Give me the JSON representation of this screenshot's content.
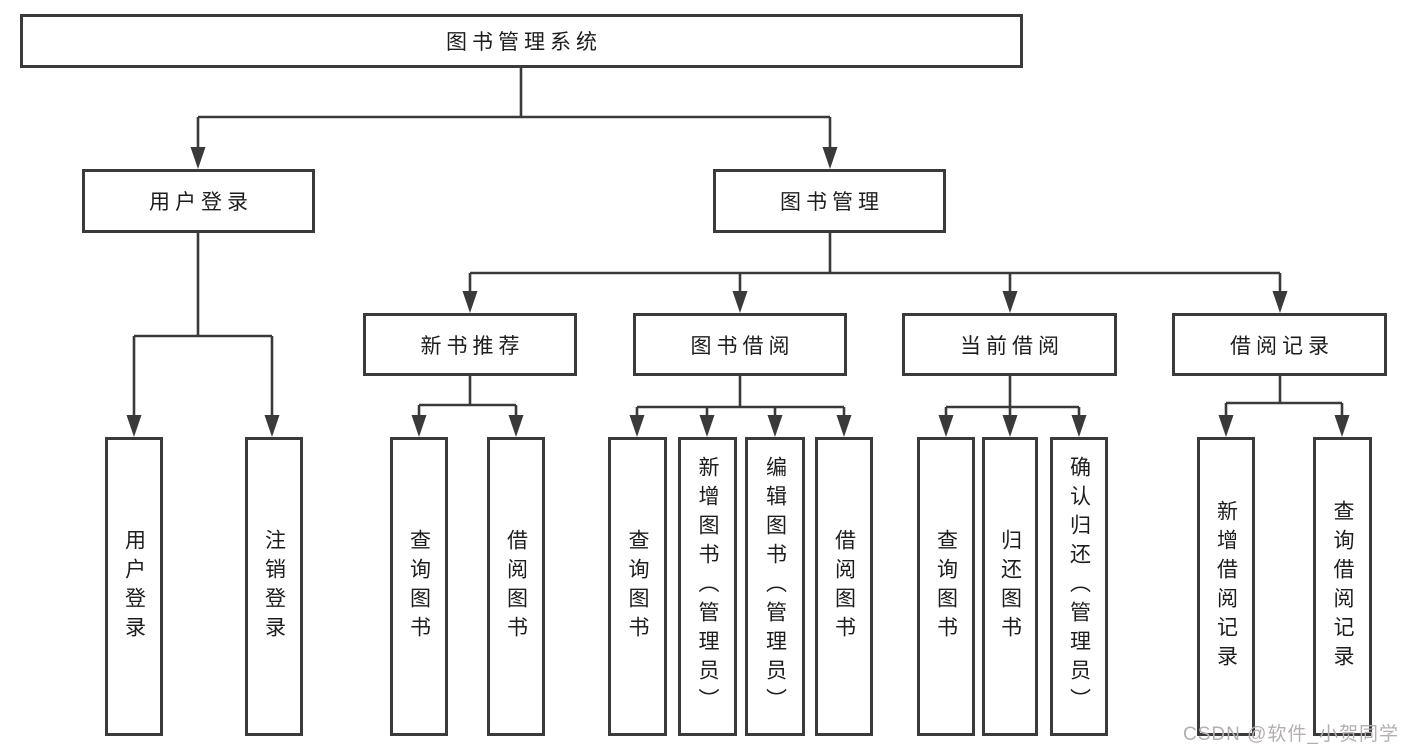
{
  "diagram": {
    "title_node": "图书管理系统",
    "type": "feature-tree",
    "nodes": {
      "root": "图书管理系统",
      "level2": {
        "user_login": "用户登录",
        "book_mgmt": "图书管理"
      },
      "level3": {
        "new_book_rec": "新书推荐",
        "book_borrow": "图书借阅",
        "current_borrow": "当前借阅",
        "borrow_record": "借阅记录"
      },
      "leaves": {
        "user_login": "用户登录",
        "logout": "注销登录",
        "rec_query_book": "查询图书",
        "rec_borrow_book": "借阅图书",
        "bb_query_book": "查询图书",
        "bb_add_book": "新增图书（管理员）",
        "bb_edit_book": "编辑图书（管理员）",
        "bb_borrow_book": "借阅图书",
        "cb_query_book": "查询图书",
        "cb_return_book": "归还图书",
        "cb_confirm_return": "确认归还（管理员）",
        "br_add_record": "新增借阅记录",
        "br_query_record": "查询借阅记录"
      }
    },
    "edges": [
      {
        "from": "图书管理系统",
        "to": "用户登录"
      },
      {
        "from": "图书管理系统",
        "to": "图书管理"
      },
      {
        "from": "用户登录",
        "to": "用户登录"
      },
      {
        "from": "用户登录",
        "to": "注销登录"
      },
      {
        "from": "图书管理",
        "to": "新书推荐"
      },
      {
        "from": "图书管理",
        "to": "图书借阅"
      },
      {
        "from": "图书管理",
        "to": "当前借阅"
      },
      {
        "from": "图书管理",
        "to": "借阅记录"
      },
      {
        "from": "新书推荐",
        "to": "查询图书"
      },
      {
        "from": "新书推荐",
        "to": "借阅图书"
      },
      {
        "from": "图书借阅",
        "to": "查询图书"
      },
      {
        "from": "图书借阅",
        "to": "新增图书（管理员）"
      },
      {
        "from": "图书借阅",
        "to": "编辑图书（管理员）"
      },
      {
        "from": "图书借阅",
        "to": "借阅图书"
      },
      {
        "from": "当前借阅",
        "to": "查询图书"
      },
      {
        "from": "当前借阅",
        "to": "归还图书"
      },
      {
        "from": "当前借阅",
        "to": "确认归还（管理员）"
      },
      {
        "from": "借阅记录",
        "to": "新增借阅记录"
      },
      {
        "from": "借阅记录",
        "to": "查询借阅记录"
      }
    ],
    "colors": {
      "line": "#3a3a3a",
      "box_border": "#3a3a3a",
      "box_fill": "#ffffff",
      "text": "#1d1d1d",
      "watermark": "#b4afaf",
      "background": "#ffffff"
    }
  },
  "watermark": "CSDN @软件_小贺同学"
}
